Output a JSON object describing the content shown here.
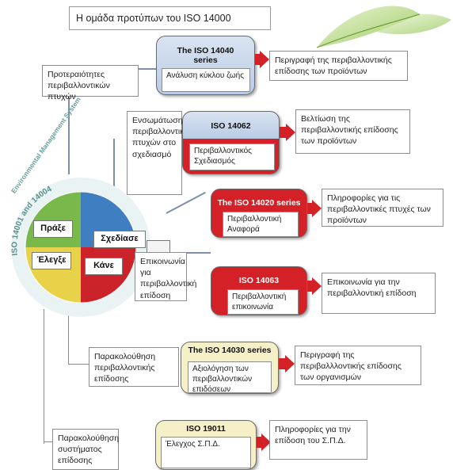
{
  "title": "Η ομάδα προτύπων του ISO 14000",
  "left_boxes": {
    "priorities": "Προτεραιότητες περιβαλλοντικών πτυχών",
    "integration": "Ενσωμάτωση περιβαλλοντικών πτυχών στο σχεδιασμό",
    "communication": "Επικοινωνία για περιβαλλοντική επίδοση",
    "monitoring": "Παρακολούθηση περιβαλλοντικής επίδοσης",
    "system_monitoring": "Παρακολούθηση συστήματος επίδοσης"
  },
  "cycle": {
    "ring_text": "ISO 14001 and 14004",
    "ring_text2": "Environmental Management System",
    "act": "Πράξε",
    "plan": "Σχεδίασε",
    "check": "Έλεγξε",
    "do": "Κάνε",
    "colors": {
      "blue": "#3f7fc1",
      "green": "#79b84a",
      "yellow": "#e8d24a",
      "red": "#cc2229"
    }
  },
  "standards": [
    {
      "id": "iso14040",
      "head": "The ISO 14040 series",
      "sub": "Ανάλυση κύκλου ζωής",
      "desc": "Περιγραφή της περιβαλλοντικής επίδοσης των προϊόντων",
      "color": "#c5d5ea"
    },
    {
      "id": "iso14062",
      "head": "ISO 14062",
      "sub": "Περιβαλλοντικός Σχεδιασμός",
      "desc": "Βελτίωση της περιβαλλοντικής επίδοσης των προϊόντων",
      "color": "#c5d5ea"
    },
    {
      "id": "iso14020",
      "head": "The ISO 14020 series",
      "sub": "Περιβαλλοντική Αναφορά",
      "desc": "Πληροφορίες για τις περιβαλλοντικές πτυχές των προϊόντων",
      "color": "#d42027"
    },
    {
      "id": "iso14063",
      "head": "ISO 14063",
      "sub": "Περιβαλλοντική επικοινωνία",
      "desc": "Επικοινωνία για την περιβαλλοντική επίδοση",
      "color": "#d42027"
    },
    {
      "id": "iso14030",
      "head": "The ISO 14030 series",
      "sub": "Αξιολόγηση των περιβαλλοντικών επιδόσεων",
      "desc": "Περιγραφή της περιβαλλλοντικής επίδοσης των οργανισμών",
      "color": "#f6f0c8"
    },
    {
      "id": "iso19011",
      "head": "ISO 19011",
      "sub": "Έλεγχος Σ.Π.Δ.",
      "desc": "Πληροφορίες για την επίδοση του Σ.Π.Δ.",
      "color": "#f6f0c8"
    }
  ]
}
